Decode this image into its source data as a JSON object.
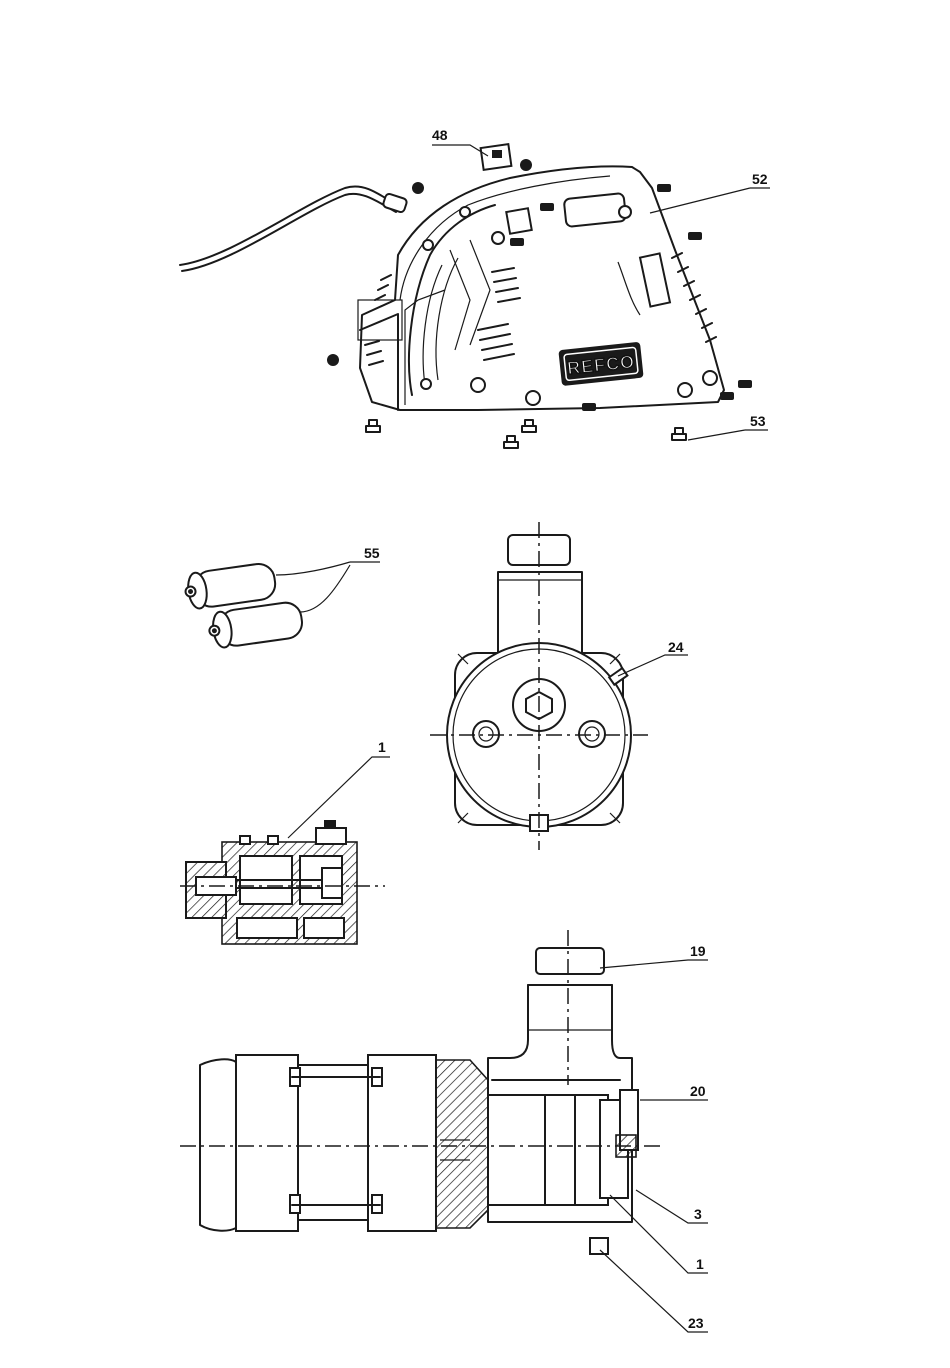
{
  "logo": {
    "text": "REFCO"
  },
  "callouts": {
    "c48": "48",
    "c52": "52",
    "c53": "53",
    "c55": "55",
    "c24": "24",
    "c1_top": "1",
    "c19": "19",
    "c20": "20",
    "c3": "3",
    "c1_bottom": "1",
    "c23": "23"
  }
}
